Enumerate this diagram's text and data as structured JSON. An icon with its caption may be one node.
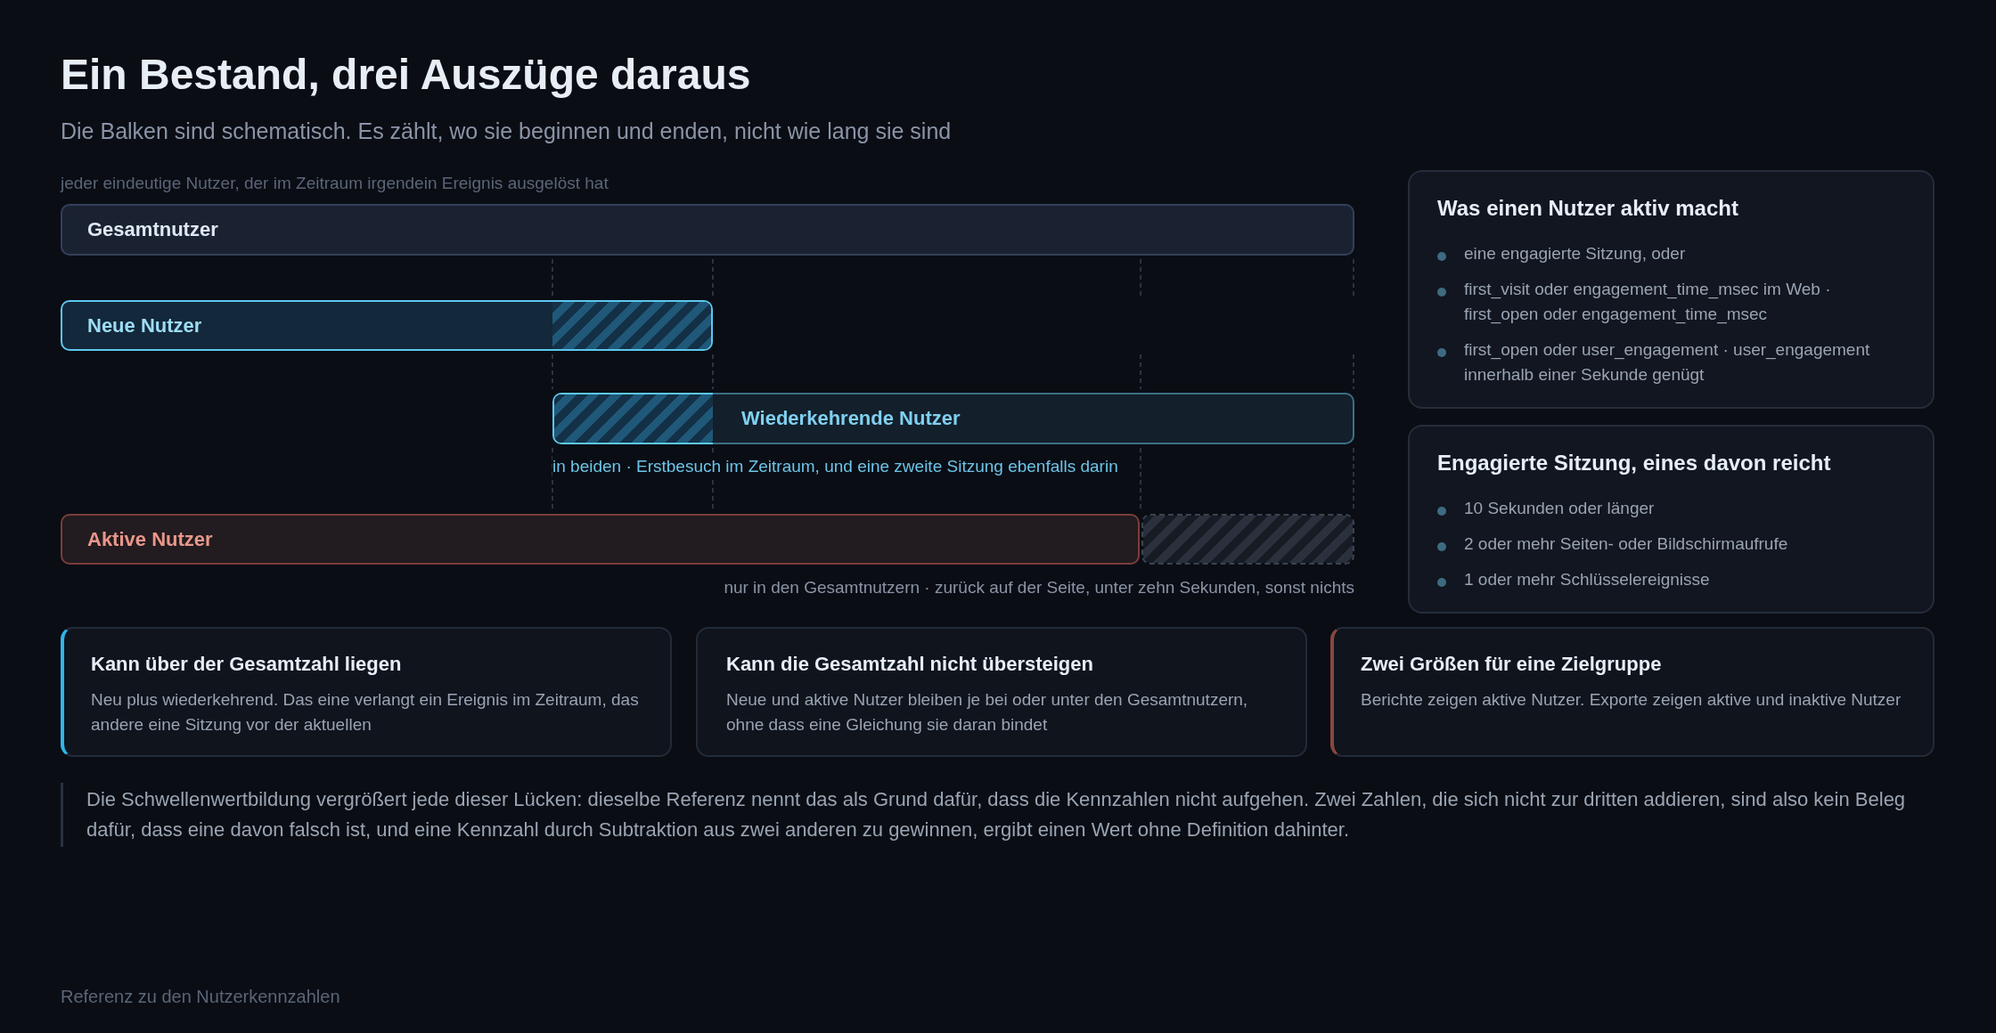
{
  "diagram": {
    "title": "Ein Bestand, drei Auszüge daraus",
    "nodes": [
      {
        "text": [
          "Gesamtnutzer"
        ],
        "beside": [
          "jeder eindeutige Nutzer, der im Zeitraum irgendein Ereignis ausgelöst hat"
        ]
      },
      {
        "text": [
          "Neue Nutzer"
        ]
      },
      {
        "text": [
          "Wiederkehrende Nutzer"
        ],
        "beside": [
          "in beiden · Erstbesuch im Zeitraum, und eine zweite Sitzung ebenfalls darin"
        ]
      },
      {
        "text": [
          "Aktive Nutzer"
        ]
      },
      {
        "text": [],
        "shape": "bar",
        "beside": [
          "nur in den Gesamtnutzern · zurück auf der Seite, unter zehn Sekunden, sonst nichts"
        ]
      },
      {
        "text": [
          "Was einen Nutzer aktiv macht",
          "eine engagierte Sitzung, oder",
          "first_visit oder engagement_time_msec im Web · first_open oder engagement_time_msec",
          "first_open oder user_engagement · user_engagement innerhalb einer Sekunde genügt"
        ]
      },
      {
        "text": [
          "Engagierte Sitzung, eines davon reicht",
          "10 Sekunden oder länger",
          "2 oder mehr Seiten- oder Bildschirmaufrufe",
          "1 oder mehr Schlüsselereignisse"
        ]
      },
      {
        "text": [
          "Kann über der Gesamtzahl liegen",
          "Neu plus wiederkehrend. Das eine verlangt ein Ereignis im Zeitraum, das andere eine Sitzung vor der aktuellen"
        ]
      },
      {
        "text": [
          "Kann die Gesamtzahl nicht übersteigen",
          "Neue und aktive Nutzer bleiben je bei oder unter den Gesamtnutzern, ohne dass eine Gleichung sie daran bindet"
        ]
      },
      {
        "text": [
          "Zwei Größen für eine Zielgruppe",
          "Berichte zeigen aktive Nutzer. Exporte zeigen aktive und inaktive Nutzer"
        ]
      }
    ],
    "labels": [
      "Die Balken sind schematisch. Es zählt, wo sie beginnen und enden, nicht wie lang sie sind",
      "Die Schwellenwertbildung vergrößert jede dieser Lücken: dieselbe Referenz nennt das als Grund dafür, dass die Kennzahlen nicht aufgehen. Zwei Zahlen, die sich nicht zur dritten addieren, sind also kein Beleg dafür, dass eine davon falsch ist, und eine Kennzahl durch Subtraktion aus zwei anderen zu gewinnen, ergibt einen Wert ohne Definition dahinter.",
      "Referenz zu den Nutzerkennzahlen"
    ]
  }
}
